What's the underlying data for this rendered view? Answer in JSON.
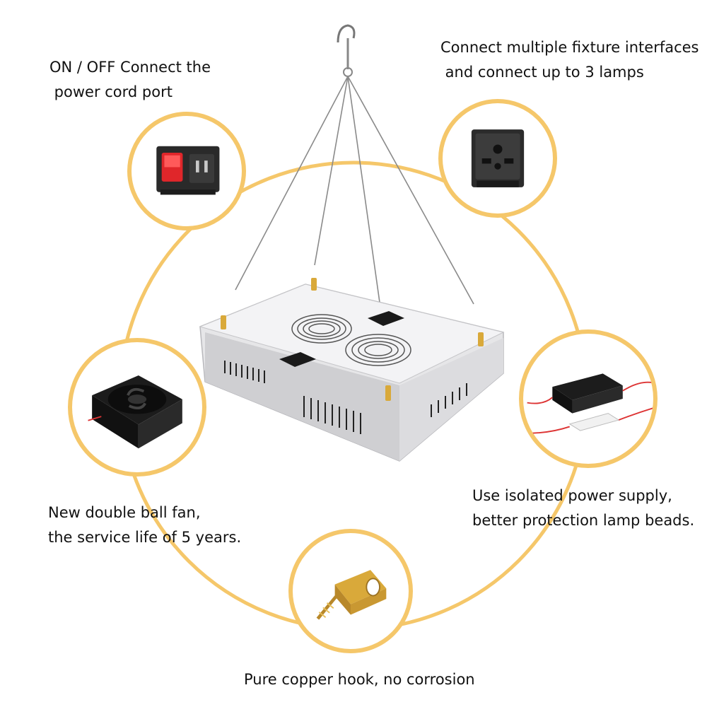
{
  "colors": {
    "ring": "#f5c76a",
    "text": "#111111",
    "housing": "#d4d4d6",
    "brass": "#d9a93a"
  },
  "callouts": {
    "switch": {
      "lines": [
        "ON / OFF Connect the",
        " power cord port"
      ],
      "icon": "power-switch-icon"
    },
    "socket": {
      "lines": [
        "Connect multiple fixture interfaces",
        " and connect up to 3 lamps"
      ],
      "icon": "socket-icon"
    },
    "fan": {
      "lines": [
        "New double ball fan,",
        "the service life of 5 years."
      ],
      "icon": "fan-icon"
    },
    "power_supply": {
      "lines": [
        "Use isolated power supply,",
        "better protection lamp beads."
      ],
      "icon": "power-supply-icon"
    },
    "hook": {
      "lines": [
        "Pure copper hook, no corrosion"
      ],
      "icon": "copper-hook-icon"
    }
  }
}
